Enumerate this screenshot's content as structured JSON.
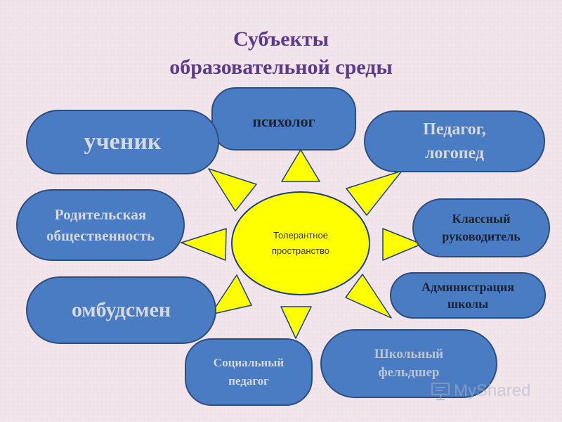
{
  "title": {
    "line1": "Субъекты",
    "line2": "образовательной среды"
  },
  "center": {
    "line1": "Толерантное",
    "line2": "пространство"
  },
  "nodes": {
    "uchenik": [
      "ученик"
    ],
    "psiholog": [
      "психолог"
    ],
    "pedagog_logoped": [
      "Педагог,",
      "логопед"
    ],
    "roditelskaya": [
      "Родительская",
      "общественность"
    ],
    "klassny": [
      "Классный",
      "руководитель"
    ],
    "ombudsmen": [
      "омбудсмен"
    ],
    "administraciya": [
      "Администрация",
      "школы"
    ],
    "socialny": [
      "Социальный",
      "педагог"
    ],
    "feldsher": [
      "Школьный",
      "фельдшер"
    ]
  },
  "colors": {
    "node_fill": "#4a7cc4",
    "node_border": "#2c4d82",
    "center_fill": "#ffff00",
    "ray_fill": "#ffff00",
    "title_color": "#5b3a8c"
  },
  "watermark": {
    "text": "MyShared"
  }
}
